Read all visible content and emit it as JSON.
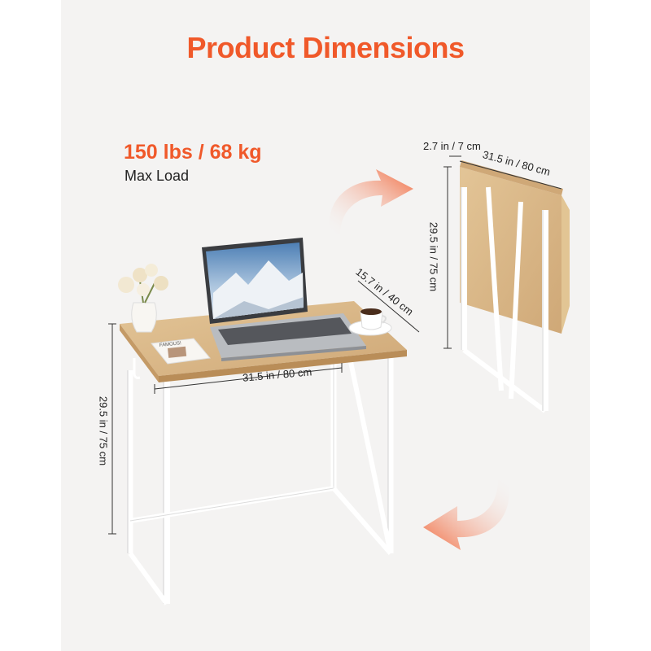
{
  "title": "Product Dimensions",
  "max_load": {
    "value": "150 lbs / 68 kg",
    "label": "Max Load"
  },
  "dimensions": {
    "open_width": "31.5 in / 80 cm",
    "open_depth": "15.7 in / 40 cm",
    "open_height": "29.5 in / 75 cm",
    "folded_thickness": "2.7 in / 7 cm",
    "folded_width": "31.5 in / 80 cm",
    "folded_height": "29.5 in / 75 cm"
  },
  "book_text": "FAMOUS!",
  "colors": {
    "accent": "#f0592a",
    "desktop": "#d9b98a",
    "frame": "#ffffff",
    "background": "#f4f3f2"
  }
}
